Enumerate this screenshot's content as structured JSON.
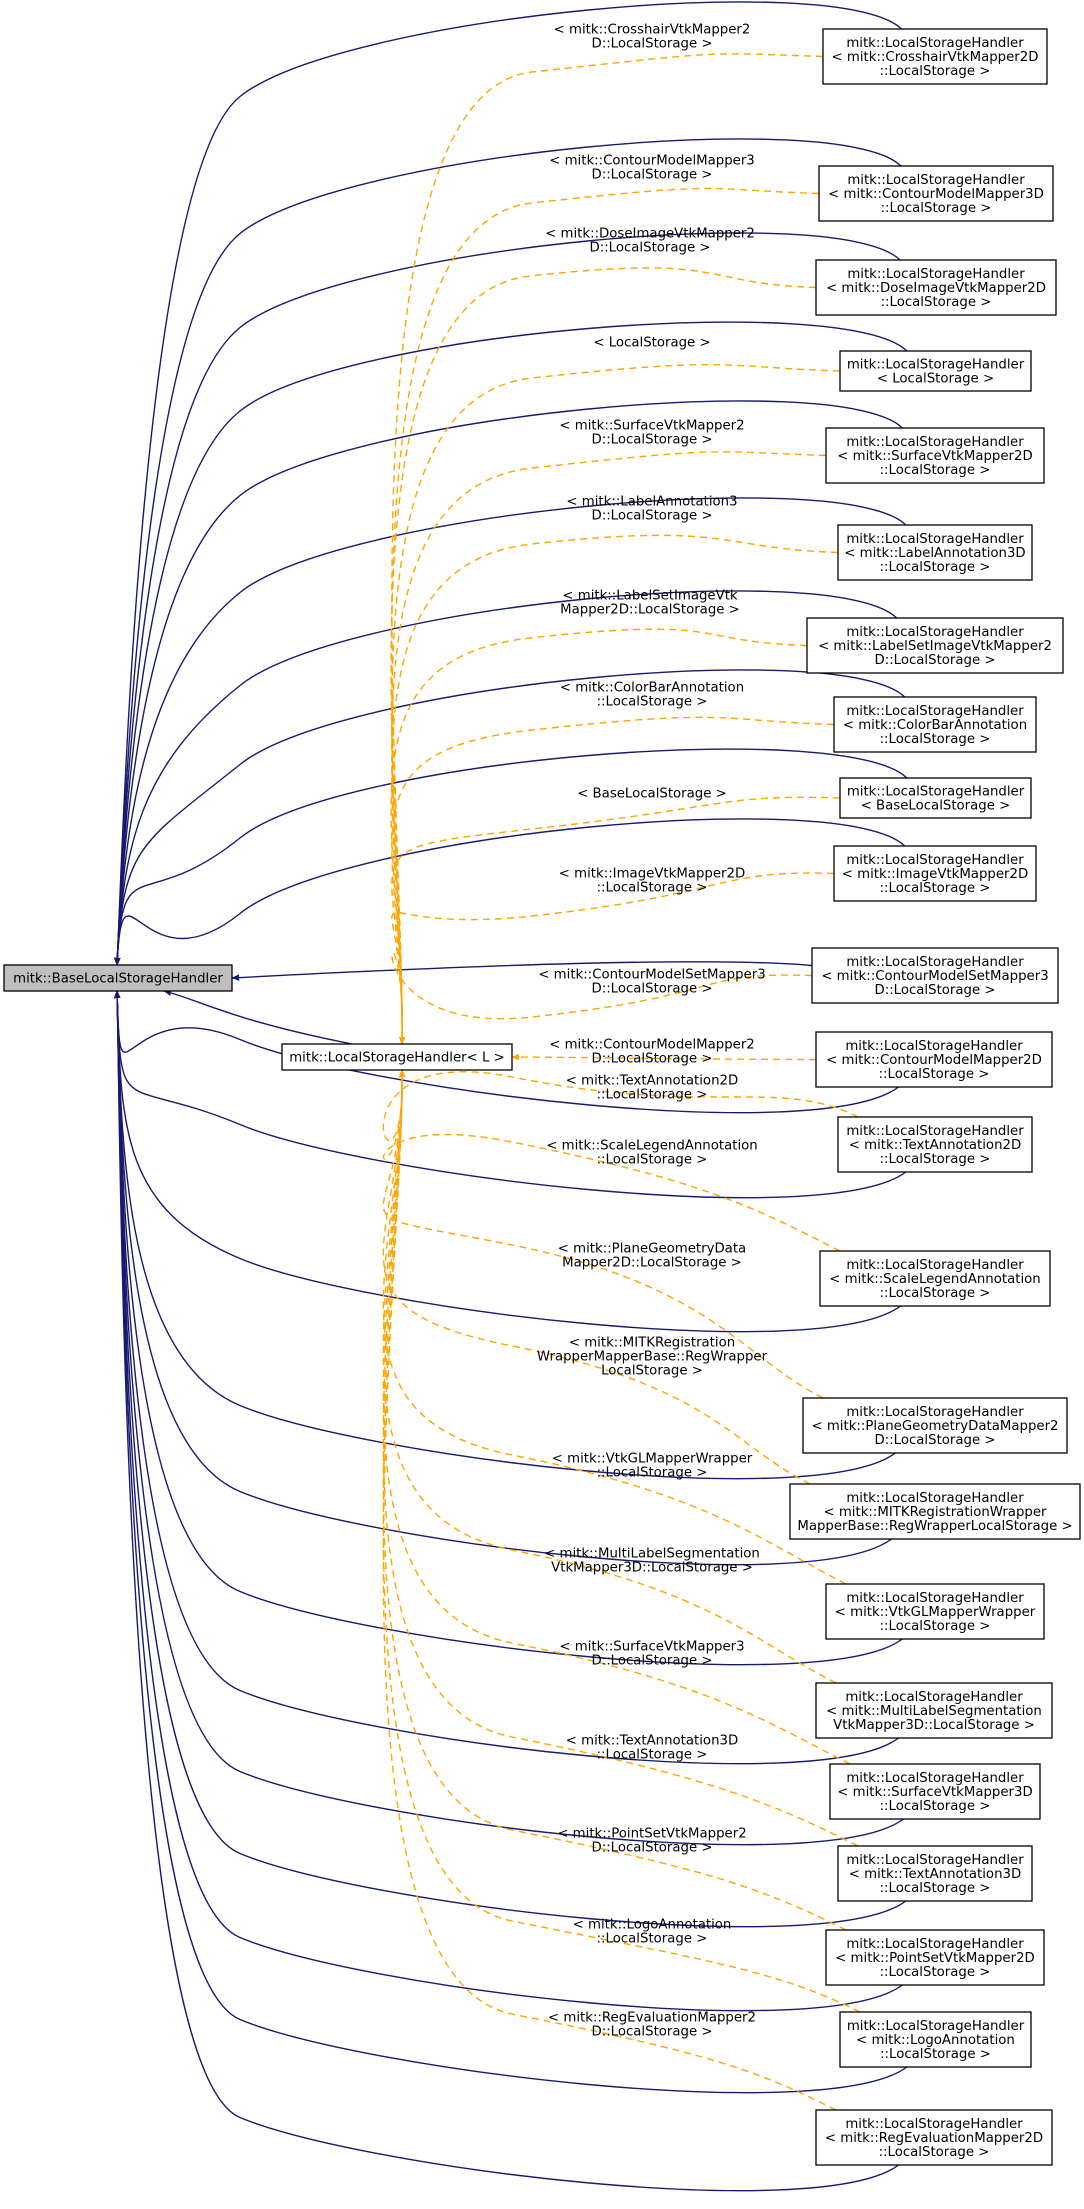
{
  "colors": {
    "inheritance_edge": "#191970",
    "template_edge": "#ffa500",
    "root_fill": "#bfbfbf",
    "node_fill": "#ffffff"
  },
  "root": {
    "lines": [
      "mitk::BaseLocalStorageHandler"
    ]
  },
  "template": {
    "lines": [
      "mitk::LocalStorageHandler< L >"
    ]
  },
  "classes": [
    {
      "id": "crosshair2d",
      "lines": [
        "mitk::LocalStorageHandler",
        "< mitk::CrosshairVtkMapper2D",
        "::LocalStorage >"
      ],
      "label": [
        "< mitk::CrosshairVtkMapper2",
        "D::LocalStorage >"
      ]
    },
    {
      "id": "contourmodel3d",
      "lines": [
        "mitk::LocalStorageHandler",
        "< mitk::ContourModelMapper3D",
        "::LocalStorage >"
      ],
      "label": [
        "< mitk::ContourModelMapper3",
        "D::LocalStorage >"
      ]
    },
    {
      "id": "doseimage2d",
      "lines": [
        "mitk::LocalStorageHandler",
        "< mitk::DoseImageVtkMapper2D",
        "::LocalStorage >"
      ],
      "label": [
        "< mitk::DoseImageVtkMapper2",
        "D::LocalStorage >"
      ]
    },
    {
      "id": "localstorage",
      "lines": [
        "mitk::LocalStorageHandler",
        "< LocalStorage >"
      ],
      "label": [
        "< LocalStorage >"
      ]
    },
    {
      "id": "surface2d",
      "lines": [
        "mitk::LocalStorageHandler",
        "< mitk::SurfaceVtkMapper2D",
        "::LocalStorage >"
      ],
      "label": [
        "< mitk::SurfaceVtkMapper2",
        "D::LocalStorage >"
      ]
    },
    {
      "id": "labelannotation3d",
      "lines": [
        "mitk::LocalStorageHandler",
        "< mitk::LabelAnnotation3D",
        "::LocalStorage >"
      ],
      "label": [
        "< mitk::LabelAnnotation3",
        "D::LocalStorage >"
      ]
    },
    {
      "id": "labelsetimage2d",
      "lines": [
        "mitk::LocalStorageHandler",
        "< mitk::LabelSetImageVtkMapper2",
        "D::LocalStorage >"
      ],
      "label": [
        "< mitk::LabelSetImageVtk",
        "Mapper2D::LocalStorage >"
      ]
    },
    {
      "id": "colorbar",
      "lines": [
        "mitk::LocalStorageHandler",
        "< mitk::ColorBarAnnotation",
        "::LocalStorage >"
      ],
      "label": [
        "< mitk::ColorBarAnnotation",
        "::LocalStorage >"
      ]
    },
    {
      "id": "baselocal",
      "lines": [
        "mitk::LocalStorageHandler",
        "< BaseLocalStorage >"
      ],
      "label": [
        "< BaseLocalStorage >"
      ]
    },
    {
      "id": "image2d",
      "lines": [
        "mitk::LocalStorageHandler",
        "< mitk::ImageVtkMapper2D",
        "::LocalStorage >"
      ],
      "label": [
        "< mitk::ImageVtkMapper2D",
        "::LocalStorage >"
      ]
    },
    {
      "id": "contourmodelset3d",
      "lines": [
        "mitk::LocalStorageHandler",
        "< mitk::ContourModelSetMapper3",
        "D::LocalStorage >"
      ],
      "label": [
        "< mitk::ContourModelSetMapper3",
        "D::LocalStorage >"
      ]
    },
    {
      "id": "contourmodel2d",
      "lines": [
        "mitk::LocalStorageHandler",
        "< mitk::ContourModelMapper2D",
        "::LocalStorage >"
      ],
      "label": [
        "< mitk::ContourModelMapper2",
        "D::LocalStorage >"
      ]
    },
    {
      "id": "textannotation2d",
      "lines": [
        "mitk::LocalStorageHandler",
        "< mitk::TextAnnotation2D",
        "::LocalStorage >"
      ],
      "label": [
        "< mitk::TextAnnotation2D",
        "::LocalStorage >"
      ]
    },
    {
      "id": "scalelegend",
      "lines": [
        "mitk::LocalStorageHandler",
        "< mitk::ScaleLegendAnnotation",
        "::LocalStorage >"
      ],
      "label": [
        "< mitk::ScaleLegendAnnotation",
        "::LocalStorage >"
      ]
    },
    {
      "id": "planegeometry2d",
      "lines": [
        "mitk::LocalStorageHandler",
        "< mitk::PlaneGeometryDataMapper2",
        "D::LocalStorage >"
      ],
      "label": [
        "< mitk::PlaneGeometryData",
        "Mapper2D::LocalStorage >"
      ]
    },
    {
      "id": "mitkregistration",
      "lines": [
        "mitk::LocalStorageHandler",
        "< mitk::MITKRegistrationWrapper",
        "MapperBase::RegWrapperLocalStorage >"
      ],
      "label": [
        "< mitk::MITKRegistration",
        "WrapperMapperBase::RegWrapper",
        "LocalStorage >"
      ]
    },
    {
      "id": "vtkglwrapper",
      "lines": [
        "mitk::LocalStorageHandler",
        "< mitk::VtkGLMapperWrapper",
        "::LocalStorage >"
      ],
      "label": [
        "< mitk::VtkGLMapperWrapper",
        "::LocalStorage >"
      ]
    },
    {
      "id": "multilabel3d",
      "lines": [
        "mitk::LocalStorageHandler",
        "< mitk::MultiLabelSegmentation",
        "VtkMapper3D::LocalStorage >"
      ],
      "label": [
        "< mitk::MultiLabelSegmentation",
        "VtkMapper3D::LocalStorage >"
      ]
    },
    {
      "id": "surface3d",
      "lines": [
        "mitk::LocalStorageHandler",
        "< mitk::SurfaceVtkMapper3D",
        "::LocalStorage >"
      ],
      "label": [
        "< mitk::SurfaceVtkMapper3",
        "D::LocalStorage >"
      ]
    },
    {
      "id": "textannotation3d",
      "lines": [
        "mitk::LocalStorageHandler",
        "< mitk::TextAnnotation3D",
        "::LocalStorage >"
      ],
      "label": [
        "< mitk::TextAnnotation3D",
        "::LocalStorage >"
      ]
    },
    {
      "id": "pointset2d",
      "lines": [
        "mitk::LocalStorageHandler",
        "< mitk::PointSetVtkMapper2D",
        "::LocalStorage >"
      ],
      "label": [
        "< mitk::PointSetVtkMapper2",
        "D::LocalStorage >"
      ]
    },
    {
      "id": "logo",
      "lines": [
        "mitk::LocalStorageHandler",
        "< mitk::LogoAnnotation",
        "::LocalStorage >"
      ],
      "label": [
        "< mitk::LogoAnnotation",
        "::LocalStorage >"
      ]
    },
    {
      "id": "regevaluation2d",
      "lines": [
        "mitk::LocalStorageHandler",
        "< mitk::RegEvaluationMapper2D",
        "::LocalStorage >"
      ],
      "label": [
        "< mitk::RegEvaluationMapper2",
        "D::LocalStorage >"
      ]
    }
  ]
}
